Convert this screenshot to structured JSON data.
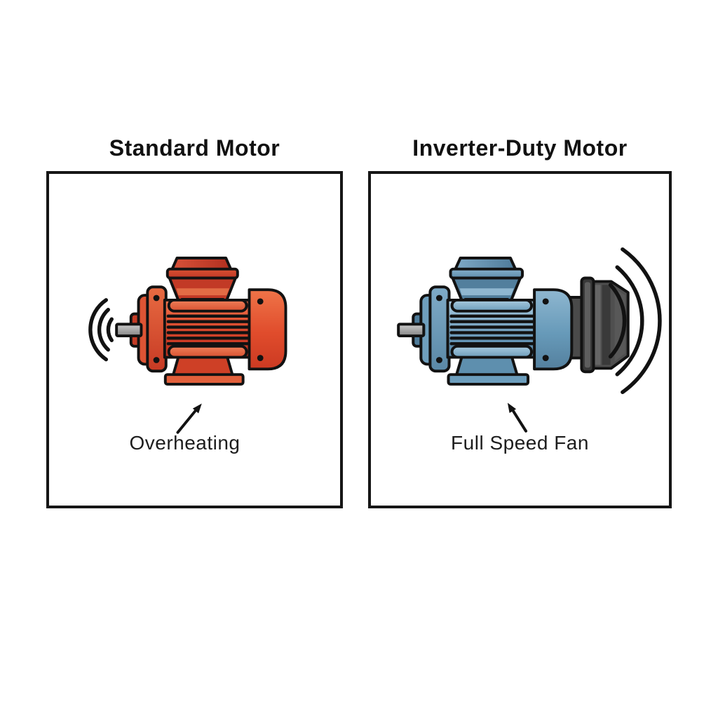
{
  "page": {
    "background": "#ffffff",
    "description": "Side-by-side comparison diagram of motor cooling behavior"
  },
  "panels": [
    {
      "id": "standard-motor",
      "title": "Standard Motor",
      "caption": "Overheating",
      "sound_waves": {
        "side": "left",
        "count": 3
      },
      "colors": {
        "body": "#D9472B",
        "light": "#EA7048",
        "dark": "#B33021",
        "shaft": "#A8A8A8",
        "outline": "#121212"
      }
    },
    {
      "id": "inverter-duty-motor",
      "title": "Inverter-Duty Motor",
      "caption": "Full Speed Fan",
      "sound_waves": {
        "side": "right",
        "count": 3
      },
      "colors": {
        "body": "#6FA0BF",
        "light": "#A6C9DD",
        "dark": "#4F7C9A",
        "shaft": "#A8A8A8",
        "fan": "#4A4A4A",
        "outline": "#121212"
      }
    }
  ]
}
